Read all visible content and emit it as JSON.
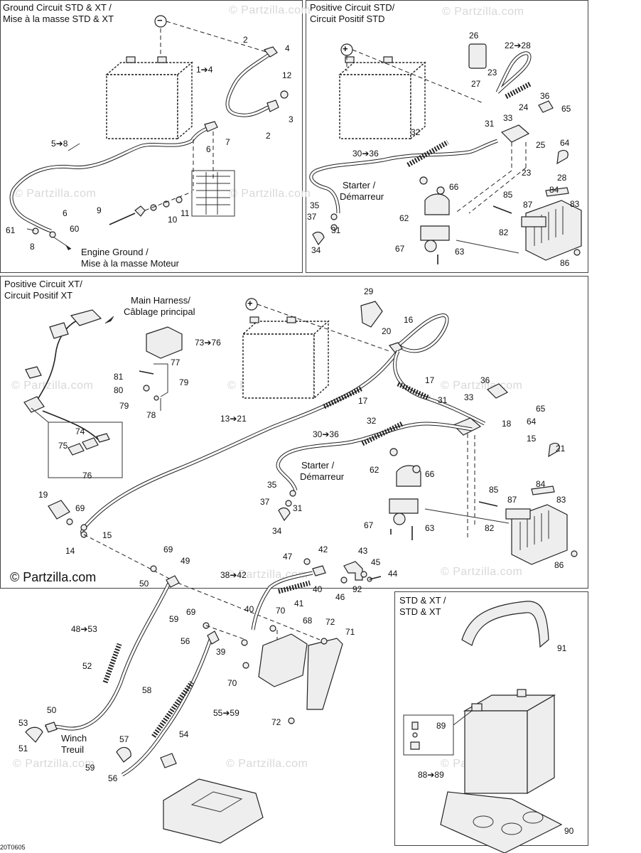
{
  "panels": {
    "ground": {
      "title_line1": "Ground Circuit STD & XT /",
      "title_line2": "Mise à la masse STD & XT",
      "engine_ground_line1": "Engine Ground /",
      "engine_ground_line2": "Mise à la masse Moteur"
    },
    "pos_std": {
      "title_line1": "Positive Circuit STD/",
      "title_line2": "Circuit Positif STD",
      "starter_line1": "Starter /",
      "starter_line2": "Démarreur"
    },
    "pos_xt": {
      "title_line1": "Positive Circuit XT/",
      "title_line2": "Circuit Positif XT",
      "harness_line1": "Main Harness/",
      "harness_line2": "Câblage principal",
      "starter_line1": "Starter /",
      "starter_line2": "Démarreur",
      "winch_line1": "Winch",
      "winch_line2": "Treuil"
    },
    "battery": {
      "title_line1": "STD & XT /",
      "title_line2": "STD & XT"
    }
  },
  "polarity": {
    "minus": "−",
    "plus": "+"
  },
  "brand": "© Partzilla.com",
  "watermark": "© Partzilla.com",
  "diagram_code": "20T0605",
  "callouts": {
    "ground": [
      "2",
      "4",
      "1➔4",
      "12",
      "3",
      "2",
      "5➔8",
      "6",
      "7",
      "9",
      "10",
      "11",
      "6",
      "61",
      "60",
      "8"
    ],
    "pos_std": [
      "26",
      "22➔28",
      "23",
      "27",
      "24",
      "36",
      "65",
      "33",
      "31",
      "64",
      "25",
      "32",
      "30➔36",
      "23",
      "28",
      "66",
      "85",
      "84",
      "87",
      "83",
      "35",
      "37",
      "31",
      "62",
      "82",
      "34",
      "67",
      "63",
      "86"
    ],
    "pos_xt": [
      "29",
      "16",
      "20",
      "73➔76",
      "77",
      "81",
      "80",
      "79",
      "79",
      "78",
      "17",
      "36",
      "31",
      "33",
      "65",
      "17",
      "13➔21",
      "18",
      "64",
      "32",
      "15",
      "21",
      "30➔36",
      "74",
      "75",
      "76",
      "62",
      "66",
      "35",
      "85",
      "84",
      "87",
      "83",
      "37",
      "31",
      "19",
      "69",
      "82",
      "34",
      "67",
      "63",
      "15",
      "14",
      "86",
      "69",
      "49",
      "47",
      "42",
      "43",
      "45",
      "38➔42",
      "44",
      "50",
      "92",
      "40",
      "46",
      "41",
      "40",
      "70",
      "69",
      "68",
      "72",
      "59",
      "71",
      "48➔53",
      "56",
      "39",
      "52",
      "70",
      "58",
      "55➔59",
      "50",
      "72",
      "53",
      "57",
      "54",
      "51",
      "59",
      "56"
    ],
    "battery": [
      "91",
      "89",
      "88➔89",
      "90"
    ]
  }
}
